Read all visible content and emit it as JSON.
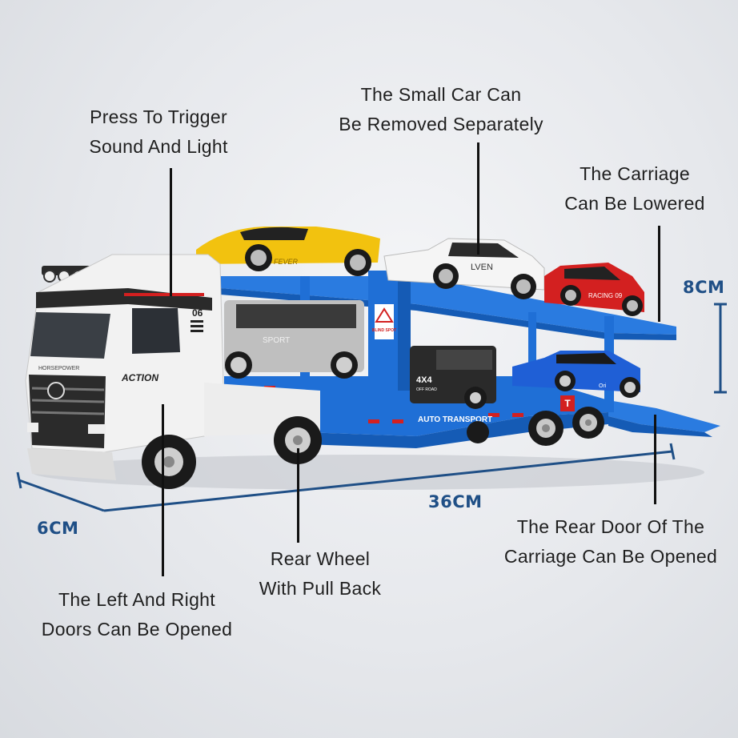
{
  "callouts": {
    "trigger": {
      "line1": "Press To Trigger",
      "line2": "Sound And Light"
    },
    "small_car": {
      "line1": "The Small Car Can",
      "line2": "Be Removed Separately"
    },
    "carriage": {
      "line1": "The Carriage",
      "line2": "Can Be Lowered"
    },
    "rear_door": {
      "line1": "The Rear Door Of The",
      "line2": "Carriage Can Be Opened"
    },
    "rear_wheel": {
      "line1": "Rear Wheel",
      "line2": "With Pull Back"
    },
    "doors": {
      "line1": "The Left And Right",
      "line2": "Doors Can Be Opened"
    }
  },
  "dimensions": {
    "height": "8CM",
    "length": "36CM",
    "width": "6CM"
  },
  "truck_text": {
    "brand_left": "HORSEPOWER",
    "action": "ACTION",
    "cab_number": "06",
    "trailer_text": "AUTO TRANSPORT",
    "jeep_badge": "4X4",
    "jeep_sub": "OFF ROAD",
    "blind_spot": "BLIND SPOT",
    "yellow_car": "FEVER",
    "white_car": "LVEN",
    "red_car": "RACING 09",
    "suv_text": "SPORT",
    "blue_car": "Ori"
  },
  "colors": {
    "trailer_blue": "#1f6fd6",
    "cab_white": "#f2f2f2",
    "accent_red": "#d32020",
    "yellow_car": "#f2c20f",
    "dim_blue": "#1f4f86"
  }
}
